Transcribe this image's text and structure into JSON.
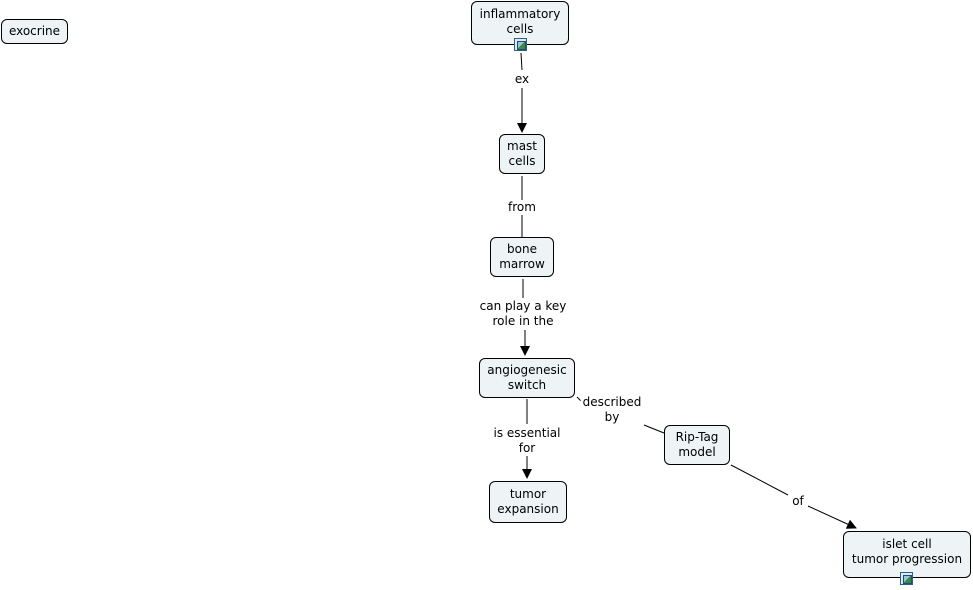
{
  "nodes": {
    "exocrine": "exocrine",
    "inflammatory_cells": "inflammatory\ncells",
    "mast_cells": "mast\ncells",
    "bone_marrow": "bone\nmarrow",
    "angiogenesic_switch": "angiogenesic\nswitch",
    "tumor_expansion": "tumor\nexpansion",
    "rip_tag_model": "Rip-Tag\nmodel",
    "islet_cell_tumor_progression": "islet cell\ntumor progression"
  },
  "links": {
    "ex": "ex",
    "from": "from",
    "can_play_key_role": "can play a key\nrole in the",
    "is_essential_for": "is essential\nfor",
    "described_by": "described\nby",
    "of": "of"
  },
  "icons": {
    "inflammatory_cells_image": "image-icon",
    "islet_cell_image": "image-icon"
  }
}
